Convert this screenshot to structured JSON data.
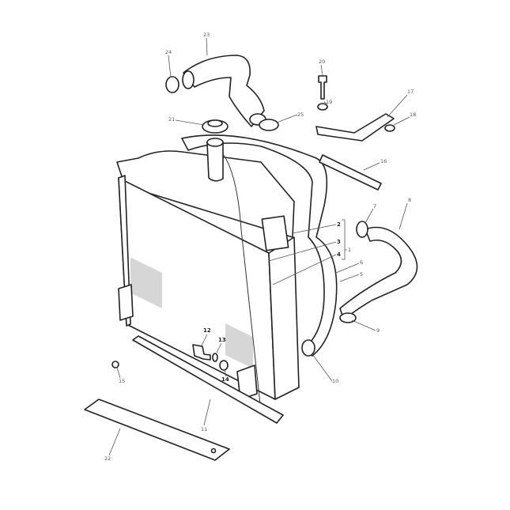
{
  "diagram": {
    "callouts": [
      {
        "id": "23",
        "text": "23",
        "dark": false
      },
      {
        "id": "24",
        "text": "24",
        "dark": false
      },
      {
        "id": "20",
        "text": "20",
        "dark": false
      },
      {
        "id": "19",
        "text": "19",
        "dark": false
      },
      {
        "id": "17",
        "text": "17",
        "dark": false
      },
      {
        "id": "18",
        "text": "18",
        "dark": false
      },
      {
        "id": "21",
        "text": "21",
        "dark": false
      },
      {
        "id": "25",
        "text": "25",
        "dark": false
      },
      {
        "id": "16",
        "text": "16",
        "dark": false
      },
      {
        "id": "8",
        "text": "8",
        "dark": false
      },
      {
        "id": "7",
        "text": "7",
        "dark": false
      },
      {
        "id": "2",
        "text": "2",
        "dark": true
      },
      {
        "id": "3",
        "text": "3",
        "dark": true
      },
      {
        "id": "4",
        "text": "4",
        "dark": true
      },
      {
        "id": "1",
        "text": "1",
        "dark": false
      },
      {
        "id": "6",
        "text": "6",
        "dark": false
      },
      {
        "id": "5",
        "text": "5",
        "dark": false
      },
      {
        "id": "9",
        "text": "9",
        "dark": false
      },
      {
        "id": "12",
        "text": "12",
        "dark": true
      },
      {
        "id": "13",
        "text": "13",
        "dark": true
      },
      {
        "id": "14",
        "text": "14",
        "dark": true
      },
      {
        "id": "10",
        "text": "10",
        "dark": false
      },
      {
        "id": "15",
        "text": "15",
        "dark": false
      },
      {
        "id": "11",
        "text": "11",
        "dark": false
      },
      {
        "id": "22",
        "text": "22",
        "dark": false
      }
    ]
  }
}
